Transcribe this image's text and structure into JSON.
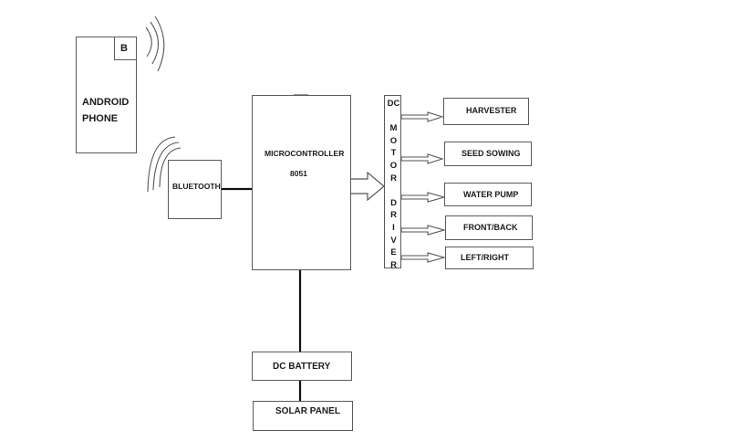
{
  "diagram": {
    "phone": {
      "label_line1": "ANDROID",
      "label_line2": "PHONE",
      "badge": "B"
    },
    "bluetooth": {
      "label": "BLUETOOTH"
    },
    "microcontroller": {
      "label": "MICROCONTROLLER",
      "model": "8051"
    },
    "motor_driver": {
      "letters": [
        "DC",
        "",
        "M",
        "O",
        "T",
        "O",
        "R",
        "",
        "D",
        "R",
        "I",
        "V",
        "E",
        "R"
      ]
    },
    "outputs": [
      {
        "label": "HARVESTER"
      },
      {
        "label": "SEED SOWING"
      },
      {
        "label": "WATER PUMP"
      },
      {
        "label": "FRONT/BACK"
      },
      {
        "label": "LEFT/RIGHT"
      }
    ],
    "battery": {
      "label": "DC BATTERY"
    },
    "solar": {
      "label": "SOLAR PANEL"
    }
  }
}
